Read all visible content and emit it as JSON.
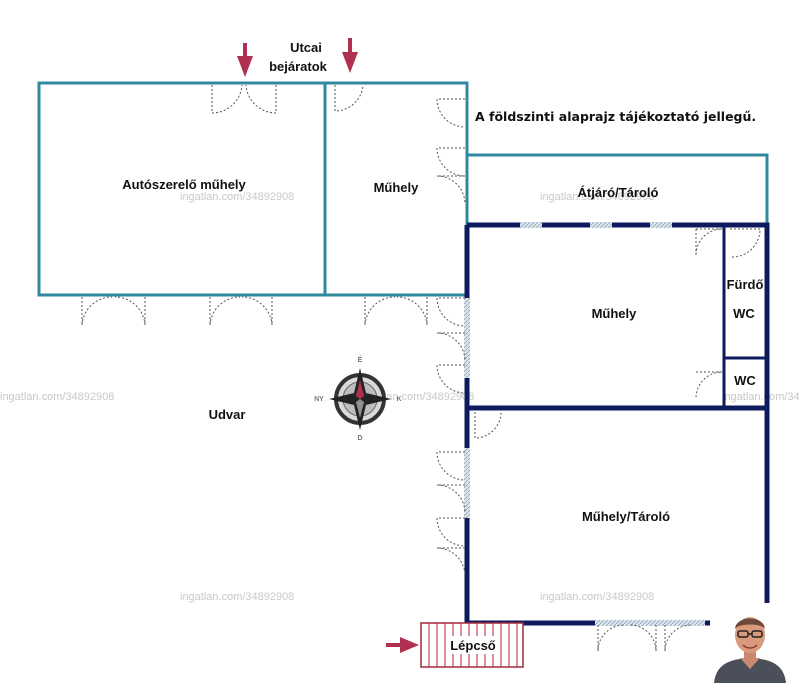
{
  "entrance_label": {
    "line1": "Utcai",
    "line2": "bejáratok"
  },
  "note": "A földszinti alaprajz tájékoztató jellegű.",
  "rooms": {
    "car_workshop": "Autószerelő műhely",
    "workshop_top": "Műhely",
    "passage": "Átjáró/Tároló",
    "workshop_mid": "Műhely",
    "bathroom": "Fürdő",
    "wc1": "WC",
    "wc2": "WC",
    "yard": "Udvar",
    "workshop_storage": "Műhely/Tároló",
    "stairs": "Lépcső"
  },
  "compass": {
    "north": "É",
    "south": "D",
    "east": "K",
    "west": "NY"
  },
  "watermark": "ingatlan.com/34892908",
  "colors": {
    "teal_wall": "#2f8aa0",
    "navy_wall": "#0d1b5e",
    "arrow": "#b0304f",
    "stairs": "#a52a3a"
  }
}
